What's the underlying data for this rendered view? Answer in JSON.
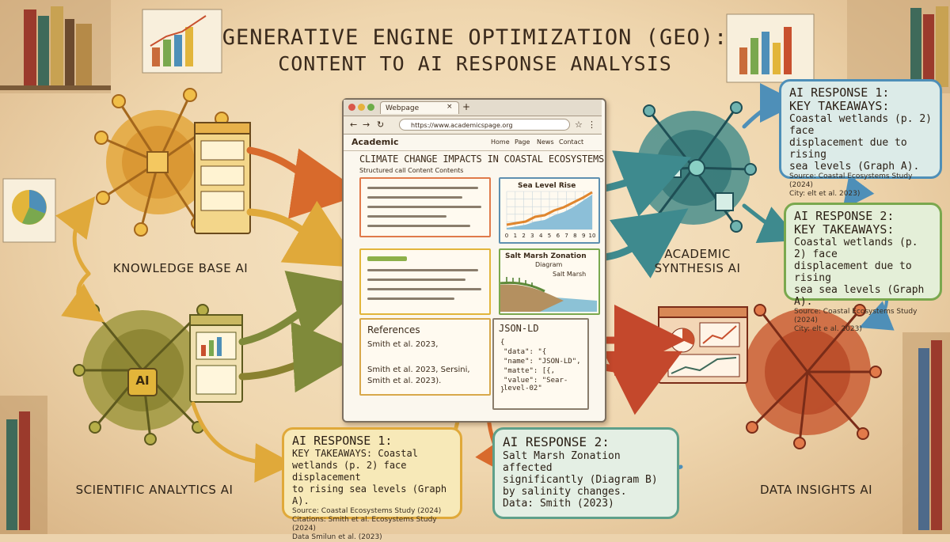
{
  "title": {
    "line1": "GENERATIVE ENGINE OPTIMIZATION (GEO):",
    "line2": "CONTENT TO AI RESPONSE ANALYSIS"
  },
  "agents": {
    "knowledge_base": "KNOWLEDGE BASE AI",
    "scientific": "SCIENTIFIC ANALYTICS AI",
    "academic_line1": "ACADEMIC",
    "academic_line2": "SYNTHESIS AI",
    "data_insights": "DATA INSIGHTS AI",
    "chip_label": "AI"
  },
  "browser": {
    "tab_title": "Webpage",
    "tab_close": "×",
    "new_tab": "+",
    "url": "https://www.academicspage.org",
    "brand": "Academic",
    "nav": [
      "Home",
      "Page",
      "News",
      "Contact"
    ],
    "article_title": "CLIMATE CHANGE IMPACTS IN COASTAL ECOSYSTEMS",
    "article_subtitle": "Structured call Content Contents",
    "sea_level": {
      "title": "Sea Level Rise",
      "ticks": [
        "0",
        "1",
        "2",
        "3",
        "4",
        "5",
        "6",
        "7",
        "8",
        "9",
        "10"
      ]
    },
    "salt_marsh": {
      "title": "Salt Marsh Zonation",
      "sub": "Diagram",
      "label": "Salt Marsh"
    },
    "references": {
      "heading": "References",
      "line1": "Smith et al. 2023,",
      "line2": "Smith et al. 2023, Sersini,",
      "line3": "Smith et al. 2023)."
    },
    "jsonld": {
      "heading": "JSON-LD",
      "lines": [
        "{",
        "\"data\": \"{",
        "\"name\": \"JSON-LD\",",
        "\"matte\": [{,",
        "\"value\": \"Sear-level-02\"",
        "}"
      ]
    }
  },
  "responses": {
    "top_right": {
      "heading1": "AI RESPONSE 1:",
      "heading2": "KEY TAKEAWAYS:",
      "body": [
        "Coastal wetlands (p. 2) face",
        "displacement due to rising",
        "sea levels (Graph A)."
      ],
      "source": "Source: Coastal Ecosystems Study (2024)",
      "city": "City: elt et al. 2023)"
    },
    "mid_right": {
      "heading1": "AI RESPONSE 2:",
      "heading2": "KEY TAKEAWAYS:",
      "body": [
        "Coastal wetlands (p. 2) face",
        "displacement due to rising",
        "sea sea levels (Graph A)."
      ],
      "source": "Source: Coastal Ecosystems Study (2024)",
      "city": "City: elt e al. 2023)"
    },
    "bottom_left": {
      "heading1": "AI RESPONSE 1:",
      "heading2": "KEY TAKEAWAYS: Coastal",
      "body": [
        "wetlands (p. 2) face displacement",
        "to rising sea levels (Graph A)."
      ],
      "source": "Source: Coastal Ecosystems Study (2024)",
      "citations": "Citations: Smith et al. Ecosystems Study (2024)",
      "data": "Data Smilun et al. (2023)"
    },
    "bottom_center": {
      "heading": "AI RESPONSE 2:",
      "body": [
        "Salt Marsh Zonation affected",
        "significantly (Diagram B)",
        "by salinity changes."
      ],
      "data": "Data: Smith (2023)"
    }
  },
  "colors": {
    "orange": "#e0862e",
    "yellow": "#e2b53a",
    "olive": "#8d8a3a",
    "teal": "#3d8a8a",
    "red": "#c8502e",
    "blue": "#4e8fb8",
    "green": "#7aa84e"
  }
}
